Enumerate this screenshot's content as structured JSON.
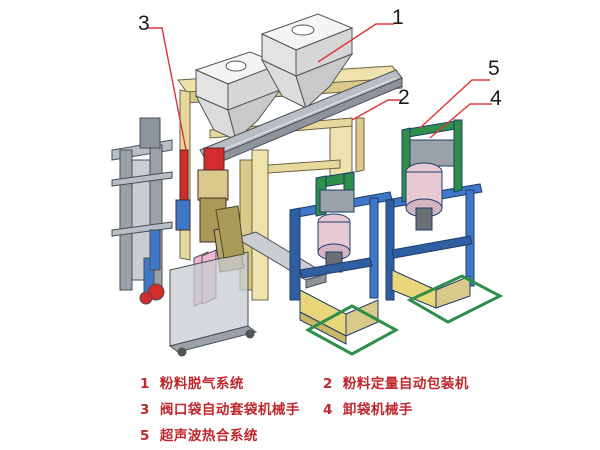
{
  "colors": {
    "callout_line": "#e0353a",
    "legend_text": "#c0262c",
    "hopper": "#eeeeee",
    "frame_beige": "#efe3ad",
    "frame_blue": "#3f78c9",
    "frame_green": "#2f8f4a",
    "frame_gray": "#9aa1a8",
    "accent_red": "#d42b2b",
    "pink": "#f3b6d0",
    "olive": "#a99a57",
    "base_yellow": "#e9d67a"
  },
  "callouts": [
    {
      "number": "1"
    },
    {
      "number": "2"
    },
    {
      "number": "3"
    },
    {
      "number": "4"
    },
    {
      "number": "5"
    }
  ],
  "legend": [
    {
      "number": "1",
      "label": "粉料脱气系统"
    },
    {
      "number": "2",
      "label": "粉料定量自动包装机"
    },
    {
      "number": "3",
      "label": "阀口袋自动套袋机械手"
    },
    {
      "number": "4",
      "label": "卸袋机械手"
    },
    {
      "number": "5",
      "label": "超声波热合系统"
    }
  ]
}
